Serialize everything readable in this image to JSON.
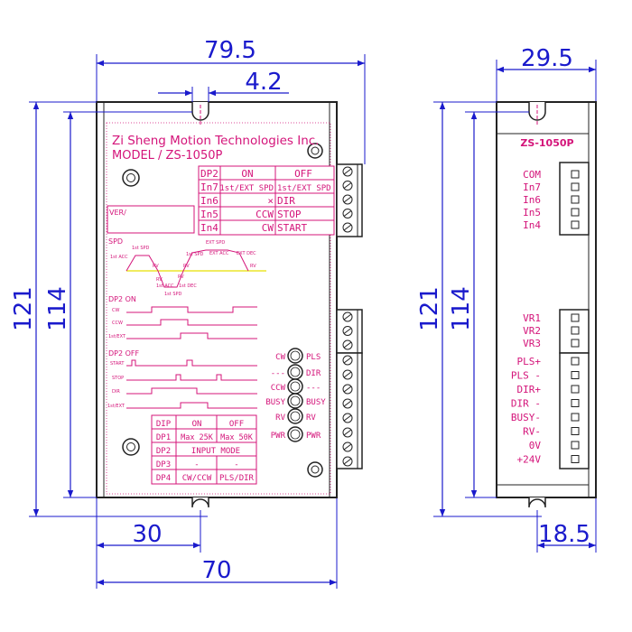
{
  "dimensions": {
    "front_width_top": "79.5",
    "slot_offset": "4.2",
    "height_outer_left": "121",
    "height_inner_left": "114",
    "bottom_slot_pos": "30",
    "bottom_width": "70",
    "side_width_top": "29.5",
    "height_outer_right": "121",
    "height_inner_right": "114",
    "side_bottom": "18.5"
  },
  "front_panel": {
    "brand": "Zi Sheng Motion Technologies Inc.",
    "model": "MODEL / ZS-1050P",
    "ver_label": "VER/",
    "spd_label": "SPD",
    "dp2_on_label": "DP2 ON",
    "dp2_off_label": "DP2 OFF",
    "dp2_table": {
      "header": [
        "DP2",
        "ON",
        "OFF"
      ],
      "rows": [
        [
          "In7",
          "1st/EXT SPD",
          "1st/EXT SPD"
        ],
        [
          "In6",
          "×",
          "DIR"
        ],
        [
          "In5",
          "CCW",
          "STOP"
        ],
        [
          "In4",
          "CW",
          "START"
        ]
      ]
    },
    "dp_table": {
      "header": [
        "DIP",
        "ON",
        "OFF"
      ],
      "rows": [
        [
          "DP1",
          "Max 25K",
          "Max 50K"
        ],
        [
          "DP2",
          "INPUT MODE",
          ""
        ],
        [
          "DP3",
          "-",
          "-"
        ],
        [
          "DP4",
          "CW/CCW",
          "PLS/DIR"
        ]
      ]
    },
    "leds": [
      {
        "left": "CW",
        "right": "PLS"
      },
      {
        "left": "---",
        "right": "DIR"
      },
      {
        "left": "CCW",
        "right": "---"
      },
      {
        "left": "BUSY",
        "right": "BUSY"
      },
      {
        "left": "RV",
        "right": "RV"
      },
      {
        "left": "PWR",
        "right": "PWR"
      }
    ],
    "spd_annotations": [
      "1st ACC",
      "1st SPD",
      "RV",
      "RV",
      "1st ACC",
      "1st SPD",
      "1st DEC",
      "RV",
      "1st SPD",
      "EXT ACC",
      "EXT SPD",
      "EXT DEC",
      "RV",
      "RV"
    ],
    "dp2_on_signals": [
      "CW",
      "CCW",
      "1st/EXT"
    ],
    "dp2_off_signals": [
      "START",
      "STOP",
      "DIR",
      "1st/EXT"
    ]
  },
  "side_panel": {
    "model": "ZS-1050P",
    "top_pins": [
      "COM",
      "In7",
      "In6",
      "In5",
      "In4"
    ],
    "mid_pins": [
      "VR1",
      "VR2",
      "VR3"
    ],
    "bot_pins": [
      "PLS+",
      "PLS -",
      "DIR+",
      "DIR -",
      "BUSY-",
      "RV-",
      "0V",
      "+24V"
    ]
  },
  "colors": {
    "dimension": "#1a1acc",
    "label": "#d4147a",
    "outline": "#222222"
  }
}
